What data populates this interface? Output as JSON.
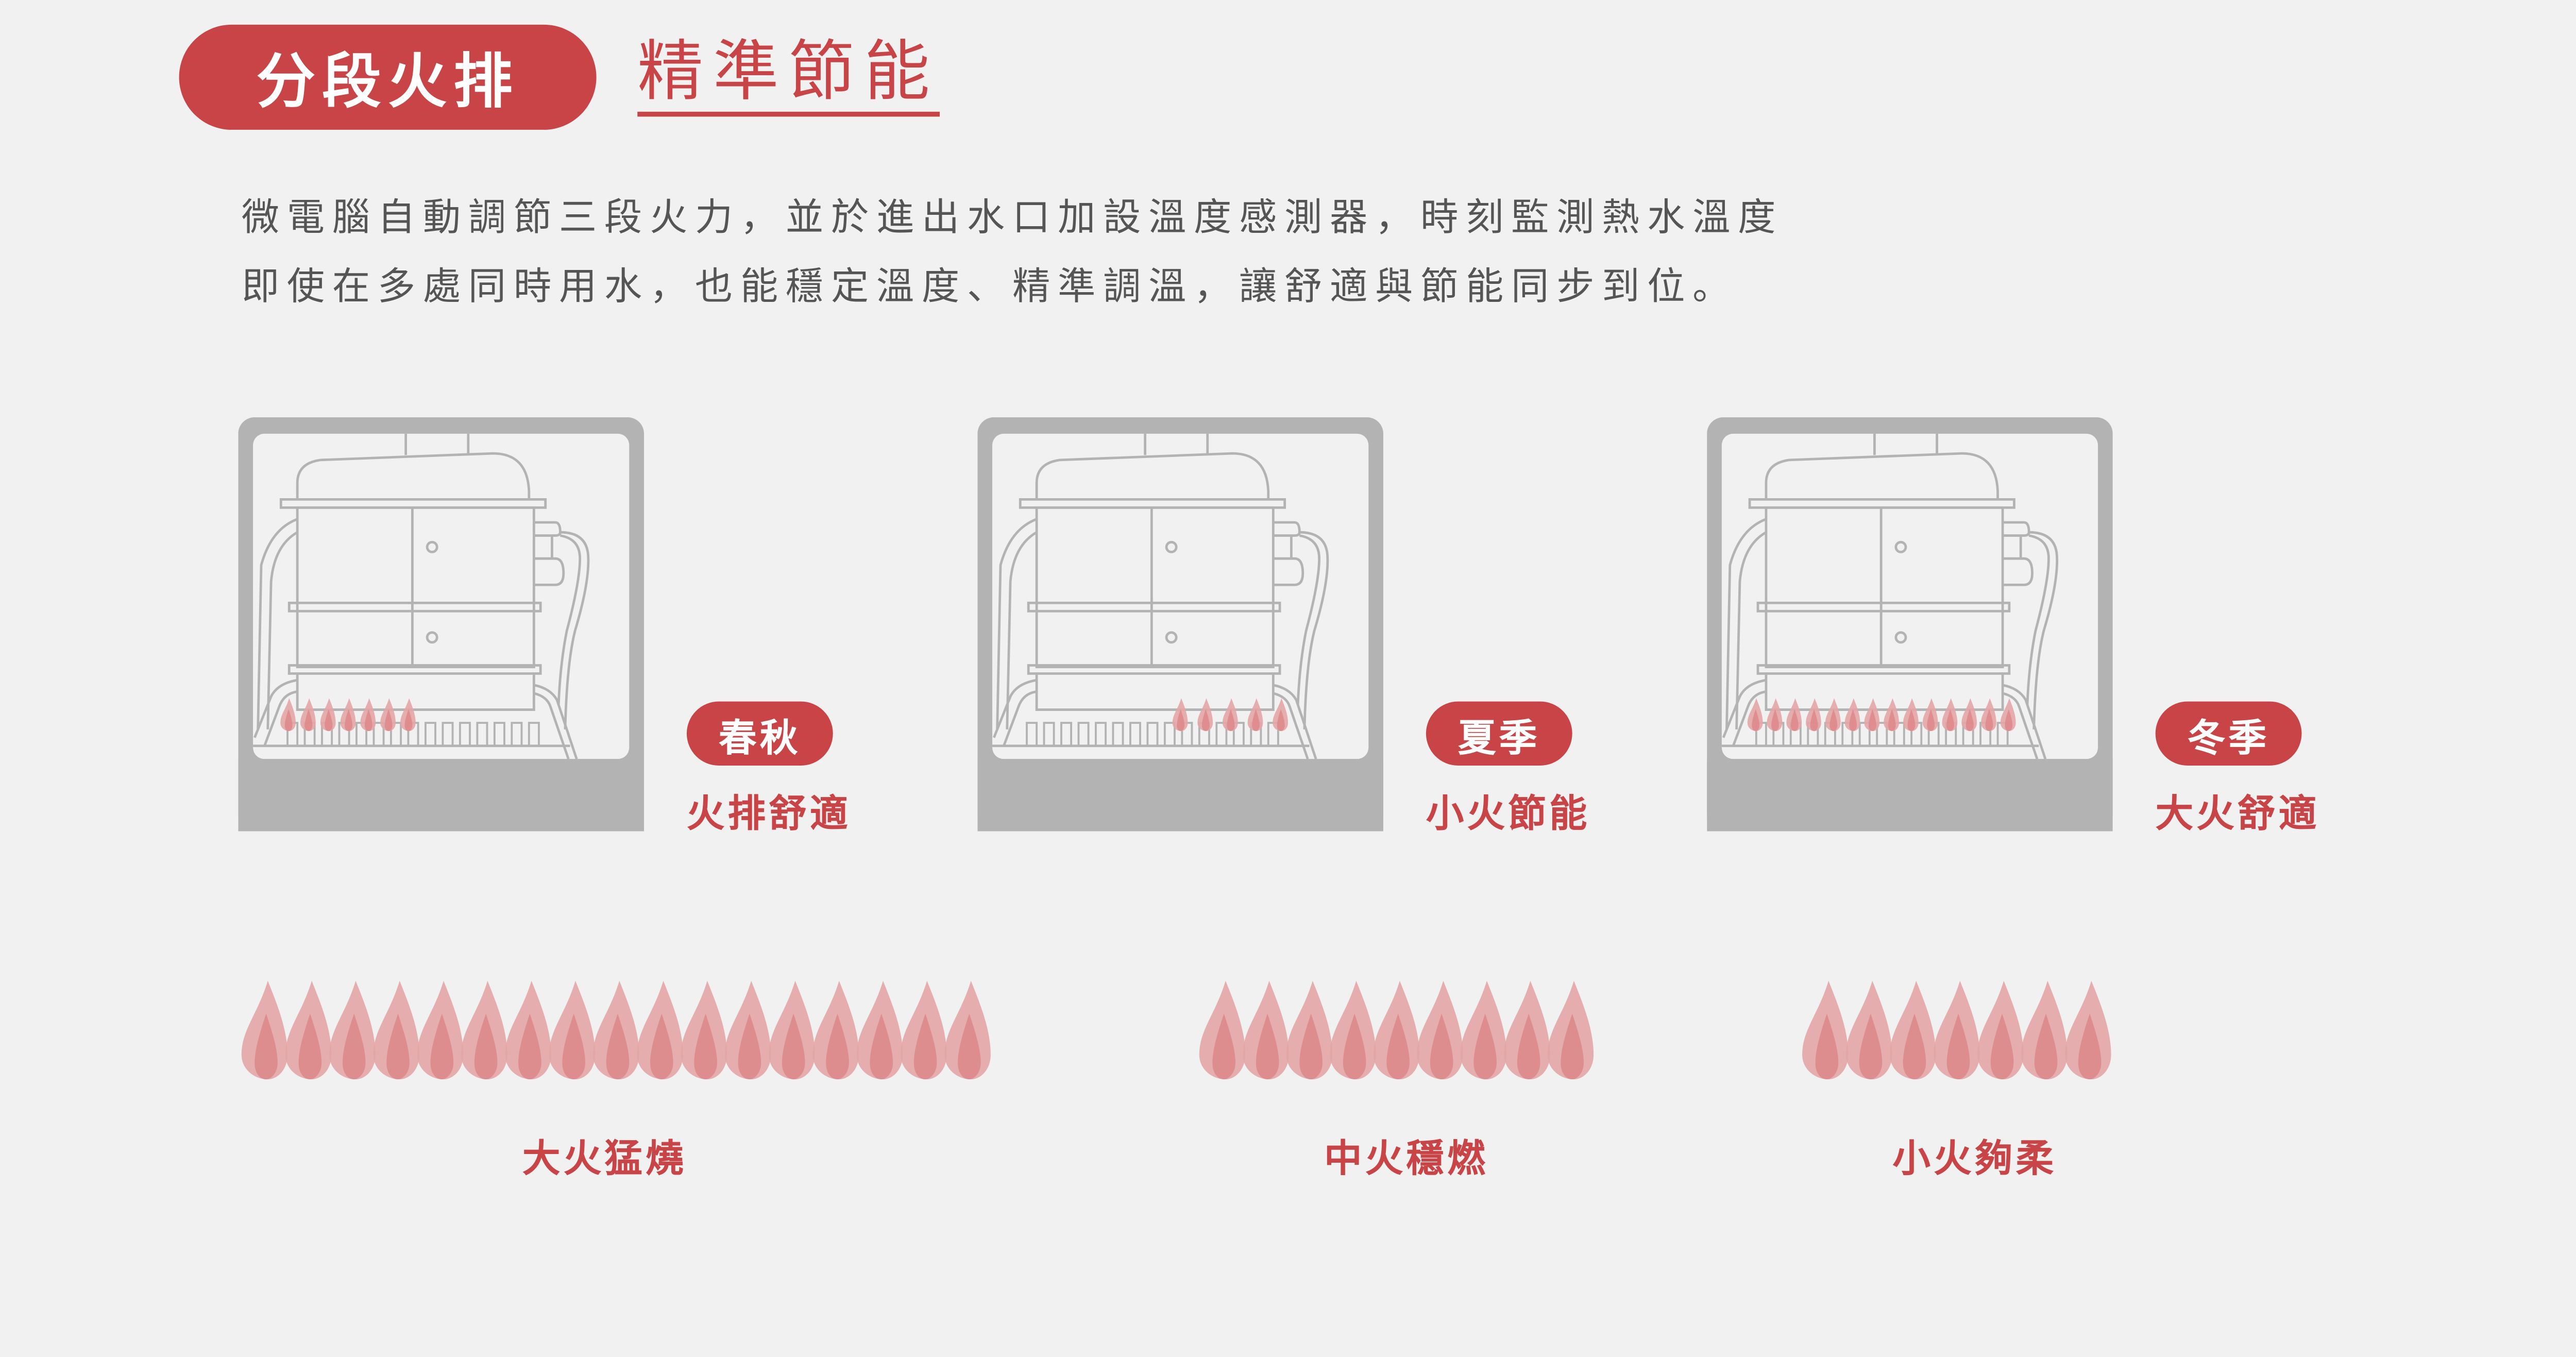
{
  "header": {
    "badge": "分段火排",
    "subtitle": "精準節能"
  },
  "description": [
    "微電腦自動調節三段火力，並於進出水口加設溫度感測器，時刻監測熱水溫度",
    "即使在多處同時用水，也能穩定溫度、精準調溫，讓舒適與節能同步到位。"
  ],
  "seasons": [
    {
      "badge": "春秋",
      "mode": "火排舒適",
      "burner_flames": 7,
      "burner_position": "left"
    },
    {
      "badge": "夏季",
      "mode": "小火節能",
      "burner_flames": 5,
      "burner_position": "right"
    },
    {
      "badge": "冬季",
      "mode": "大火舒適",
      "burner_flames": 14,
      "burner_position": "full"
    }
  ],
  "flame_levels": [
    {
      "label": "大火猛燒",
      "flames": 17
    },
    {
      "label": "中火穩燃",
      "flames": 9
    },
    {
      "label": "小火夠柔",
      "flames": 7
    }
  ],
  "colors": {
    "accent": "#c84446",
    "flame_outer": "#e3a5a6",
    "flame_inner": "#de8a8c",
    "frame": "#b3b3b3"
  }
}
